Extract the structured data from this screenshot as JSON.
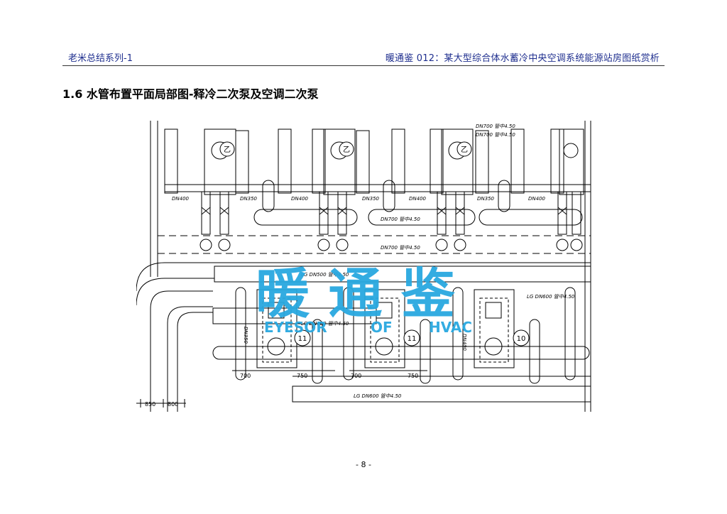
{
  "header": {
    "left": "老米总结系列-1",
    "right": "暖通鉴 012：某大型综合体水蓄冷中央空调系统能源站房图纸赏析"
  },
  "section_title": "1.6 水管布置平面局部图-释冷二次泵及空调二次泵",
  "drawing": {
    "labels": {
      "dn400_a": "DN400",
      "dn350_a": "DN350",
      "dn400_b": "DN400",
      "dn350_b": "DN350",
      "dn400_c": "DN400",
      "dn350_c": "DN350",
      "dn400_d": "DN400",
      "dn700_top1": "DN700 管中4.50",
      "dn700_top2": "DN700 管中4.50",
      "dn700_mid1": "DN700 管中4.50",
      "dn700_mid2": "DN700 管中4.50",
      "lg500": "LG DN500 管中4.50",
      "lg600_up": "LG DN600 管中4.50",
      "lg600_right": "LG DN600 管中4.50",
      "lg600_bottom": "LG DN600 管中4.50",
      "v_dn350": "DN350",
      "v_dn400": "DN400"
    },
    "dims": [
      "700",
      "750",
      "700",
      "750",
      "850",
      "800"
    ],
    "pump_tags": [
      "11",
      "11",
      "10"
    ],
    "unit_tags": [
      "乙",
      "乙",
      "乙"
    ],
    "watermark": {
      "cn": "暖 通 鉴",
      "en1": "EYESOR",
      "en2": "OF",
      "en3": "HVAC",
      "color": "#29a8e0"
    }
  },
  "page_number": "- 8 -"
}
